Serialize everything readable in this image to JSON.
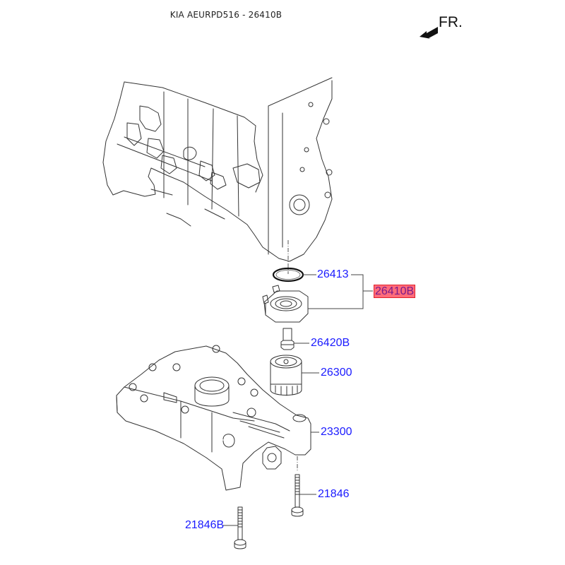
{
  "header": {
    "title": "KIA AEURPD516 - 26410B",
    "orientation_label": "FR.",
    "orientation_icon": "front-direction-arrow-icon"
  },
  "diagram": {
    "components": [
      {
        "name": "engine-block",
        "description": "Engine block (context)"
      },
      {
        "name": "oil-cooler-gasket",
        "description": "O-ring gasket"
      },
      {
        "name": "oil-cooler",
        "description": "Oil cooler assembly"
      },
      {
        "name": "oil-cooler-fitting",
        "description": "Threaded fitting"
      },
      {
        "name": "oil-filter",
        "description": "Oil filter cartridge"
      },
      {
        "name": "oil-pump-balance-shaft",
        "description": "Oil pump & balance shaft module"
      },
      {
        "name": "bolt-21846",
        "description": "Flange bolt"
      },
      {
        "name": "bolt-21846b",
        "description": "Flange bolt"
      }
    ],
    "callouts": [
      {
        "part_number": "26413",
        "highlighted": false
      },
      {
        "part_number": "26410B",
        "highlighted": true
      },
      {
        "part_number": "26420B",
        "highlighted": false
      },
      {
        "part_number": "26300",
        "highlighted": false
      },
      {
        "part_number": "23300",
        "highlighted": false
      },
      {
        "part_number": "21846",
        "highlighted": false
      },
      {
        "part_number": "21846B",
        "highlighted": false
      }
    ],
    "colors": {
      "callout_text": "#1a1aff",
      "highlight_fill": "#ff6b7a",
      "highlight_border": "#e0202a",
      "highlight_text": "#7a1a8a",
      "line_art": "#333333"
    }
  }
}
